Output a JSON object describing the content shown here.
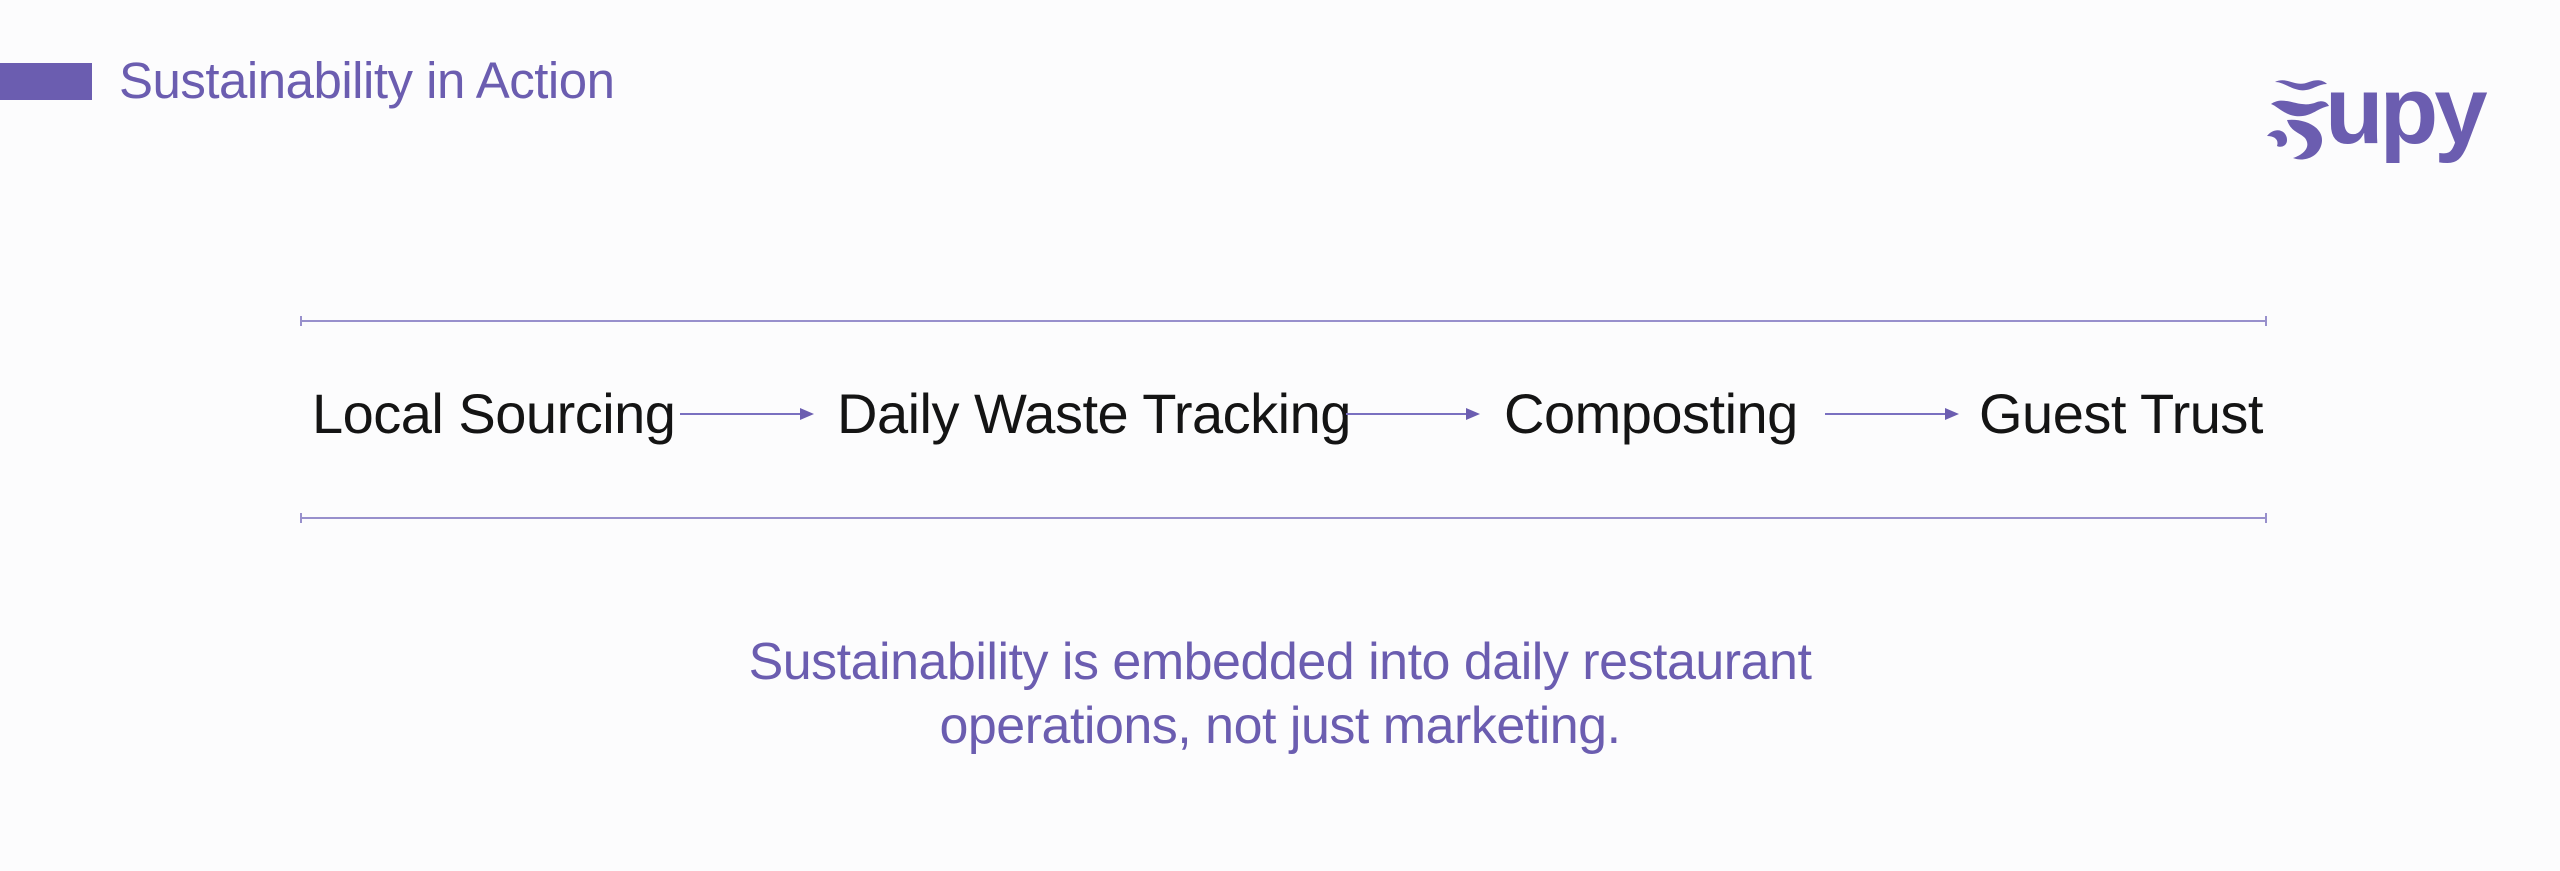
{
  "header": {
    "title": "Sustainability in Action"
  },
  "logo": {
    "text": "upy",
    "mark_icon": "supy-wave-s-mark",
    "brand_name": "supy"
  },
  "flow": {
    "steps": [
      "Local Sourcing",
      "Daily Waste Tracking",
      "Composting",
      "Guest Trust"
    ],
    "connector_icon": "arrow-right-icon"
  },
  "caption": {
    "line1": "Sustainability is embedded into daily restaurant",
    "line2": "operations, not just marketing."
  },
  "colors": {
    "accent": "#6b5db0",
    "rule": "#9890cc",
    "text": "#141414",
    "background": "#fcfcfd"
  }
}
